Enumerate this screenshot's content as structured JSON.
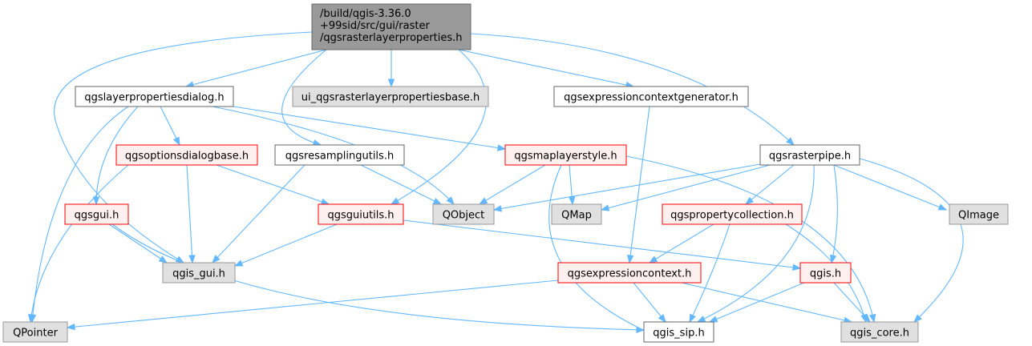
{
  "colors": {
    "edge": "#63b8ff",
    "root_fill": "#999999",
    "partial_border": "#ff0000",
    "partial_fill": "#fff0f0",
    "external_fill": "#e0e0e0",
    "plain_fill": "#ffffff"
  },
  "nodes": [
    {
      "id": "root",
      "kind": "root",
      "lines": [
        "/build/qgis-3.36.0",
        "+99sid/src/gui/raster",
        "/qgsrasterlayerproperties.h"
      ]
    },
    {
      "id": "layerprops",
      "kind": "plain",
      "lines": [
        "qgslayerpropertiesdialog.h"
      ]
    },
    {
      "id": "uibase",
      "kind": "ext",
      "lines": [
        "ui_qgsrasterlayerpropertiesbase.h"
      ]
    },
    {
      "id": "exprgen",
      "kind": "plain",
      "lines": [
        "qgsexpressioncontextgenerator.h"
      ]
    },
    {
      "id": "optdlg",
      "kind": "partial",
      "lines": [
        "qgsoptionsdialogbase.h"
      ]
    },
    {
      "id": "resampling",
      "kind": "plain",
      "lines": [
        "qgsresamplingutils.h"
      ]
    },
    {
      "id": "mapstyle",
      "kind": "partial",
      "lines": [
        "qgsmaplayerstyle.h"
      ]
    },
    {
      "id": "rasterpipe",
      "kind": "plain",
      "lines": [
        "qgsrasterpipe.h"
      ]
    },
    {
      "id": "qgsgui",
      "kind": "partial",
      "lines": [
        "qgsgui.h"
      ]
    },
    {
      "id": "guiutils",
      "kind": "partial",
      "lines": [
        "qgsguiutils.h"
      ]
    },
    {
      "id": "qobject",
      "kind": "ext",
      "lines": [
        "QObject"
      ]
    },
    {
      "id": "qmap",
      "kind": "ext",
      "lines": [
        "QMap"
      ]
    },
    {
      "id": "propcoll",
      "kind": "partial",
      "lines": [
        "qgspropertycollection.h"
      ]
    },
    {
      "id": "qimage",
      "kind": "ext",
      "lines": [
        "QImage"
      ]
    },
    {
      "id": "qgisgui",
      "kind": "ext",
      "lines": [
        "qgis_gui.h"
      ]
    },
    {
      "id": "exprctx",
      "kind": "partial",
      "lines": [
        "qgsexpressioncontext.h"
      ]
    },
    {
      "id": "qgis",
      "kind": "partial",
      "lines": [
        "qgis.h"
      ]
    },
    {
      "id": "qpointer",
      "kind": "ext",
      "lines": [
        "QPointer"
      ]
    },
    {
      "id": "sip",
      "kind": "plain",
      "lines": [
        "qgis_sip.h"
      ]
    },
    {
      "id": "core",
      "kind": "ext",
      "lines": [
        "qgis_core.h"
      ]
    }
  ],
  "edges": [
    {
      "from": "root",
      "to": "layerprops"
    },
    {
      "from": "root",
      "to": "uibase"
    },
    {
      "from": "root",
      "to": "exprgen"
    },
    {
      "from": "root",
      "to": "rasterpipe"
    },
    {
      "from": "root",
      "to": "resampling"
    },
    {
      "from": "root",
      "to": "guiutils"
    },
    {
      "from": "root",
      "to": "qgisgui"
    },
    {
      "from": "layerprops",
      "to": "optdlg"
    },
    {
      "from": "layerprops",
      "to": "qgsgui"
    },
    {
      "from": "layerprops",
      "to": "qpointer"
    },
    {
      "from": "layerprops",
      "to": "mapstyle"
    },
    {
      "from": "layerprops",
      "to": "qobject"
    },
    {
      "from": "exprgen",
      "to": "exprctx"
    },
    {
      "from": "optdlg",
      "to": "guiutils"
    },
    {
      "from": "optdlg",
      "to": "qgisgui"
    },
    {
      "from": "optdlg",
      "to": "qpointer"
    },
    {
      "from": "resampling",
      "to": "qobject"
    },
    {
      "from": "resampling",
      "to": "qgisgui"
    },
    {
      "from": "mapstyle",
      "to": "qobject"
    },
    {
      "from": "mapstyle",
      "to": "qmap"
    },
    {
      "from": "mapstyle",
      "to": "sip"
    },
    {
      "from": "mapstyle",
      "to": "core"
    },
    {
      "from": "rasterpipe",
      "to": "qobject"
    },
    {
      "from": "rasterpipe",
      "to": "qmap"
    },
    {
      "from": "rasterpipe",
      "to": "propcoll"
    },
    {
      "from": "rasterpipe",
      "to": "qimage"
    },
    {
      "from": "rasterpipe",
      "to": "qgis"
    },
    {
      "from": "rasterpipe",
      "to": "sip"
    },
    {
      "from": "rasterpipe",
      "to": "core"
    },
    {
      "from": "qgsgui",
      "to": "qgisgui"
    },
    {
      "from": "qgsgui",
      "to": "sip"
    },
    {
      "from": "guiutils",
      "to": "qgisgui"
    },
    {
      "from": "guiutils",
      "to": "qgis"
    },
    {
      "from": "propcoll",
      "to": "exprctx"
    },
    {
      "from": "propcoll",
      "to": "sip"
    },
    {
      "from": "propcoll",
      "to": "core"
    },
    {
      "from": "exprctx",
      "to": "qpointer"
    },
    {
      "from": "exprctx",
      "to": "sip"
    },
    {
      "from": "exprctx",
      "to": "core"
    },
    {
      "from": "qgis",
      "to": "sip"
    },
    {
      "from": "qgis",
      "to": "core"
    }
  ]
}
